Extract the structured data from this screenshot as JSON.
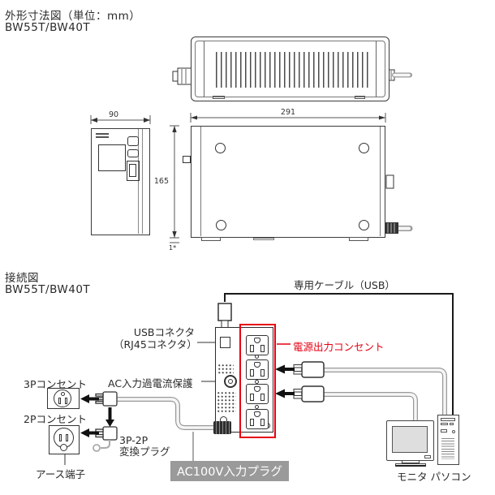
{
  "dimension_section": {
    "title": "外形寸法図（単位：mm）",
    "model": "BW55T/BW40T",
    "front_width": "90",
    "side_width": "291",
    "side_height": "165",
    "foot_note": "1*"
  },
  "connection_section": {
    "title": "接続図",
    "model": "BW55T/BW40T",
    "usb_cable_label": "専用ケーブル（USB）",
    "usb_connector_label_line1": "USBコネクタ",
    "usb_connector_label_line2": "（RJ45コネクタ）",
    "power_outlet_label": "電源出力コンセント",
    "overcurrent_label": "AC入力過電流保護",
    "outlet_3p_label": "3Pコンセント",
    "outlet_2p_label": "2Pコンセント",
    "adapter_label_line1": "3P-2P",
    "adapter_label_line2": "変換プラグ",
    "earth_label": "アース端子",
    "ac_input_label": "AC100V入力プラグ",
    "devices_label": "モニタ パソコン"
  },
  "colors": {
    "accent_red": "#e60012",
    "cable_gray": "#9a9a9a",
    "label_bg": "#9a9a9a",
    "line": "#333333"
  }
}
